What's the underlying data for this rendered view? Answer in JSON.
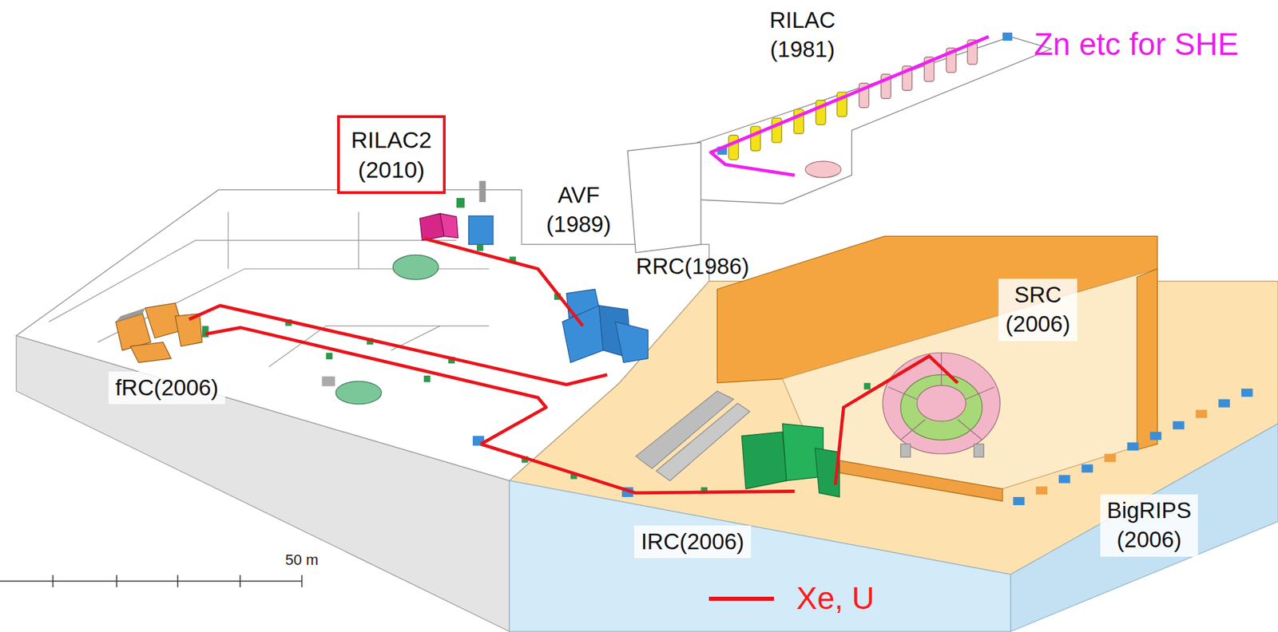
{
  "diagram": {
    "nodes": [
      {
        "text": [
          "RILAC2 (2010)"
        ]
      },
      {
        "text": [
          "SRC (2006)"
        ]
      },
      {
        "text": [
          "fRC(2006)"
        ]
      },
      {
        "text": [
          "IRC(2006)"
        ]
      },
      {
        "text": [
          "BigRIPS (2006)"
        ]
      }
    ],
    "labels": [
      "RILAC (1981)",
      "Zn etc for SHE",
      "AVF (1989)",
      "RRC(1986)",
      "50 m"
    ],
    "legend": [
      {
        "text": "Xe, U"
      }
    ]
  }
}
